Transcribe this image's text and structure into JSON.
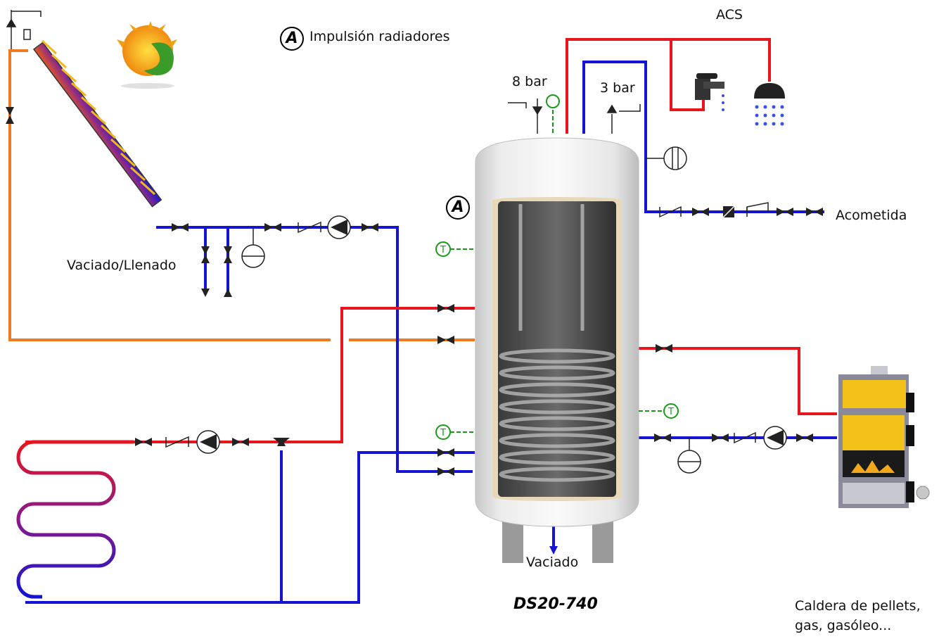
{
  "legend": {
    "marker": "A",
    "label": "Impulsión radiadores"
  },
  "labels": {
    "acs": "ACS",
    "pressure_high": "8 bar",
    "pressure_low": "3 bar",
    "supply": "Acometida",
    "drain_fill": "Vaciado/Llenado",
    "drain": "Vaciado",
    "boiler_line1": "Caldera de pellets,",
    "boiler_line2": "gas, gasóleo..."
  },
  "tank": {
    "model": "DS20-740",
    "port_marker": "A"
  },
  "sensors": {
    "temperature": "T"
  },
  "colors": {
    "hot": "#e8141e",
    "cold": "#1414d2",
    "solar": "#f07a22",
    "sensor": "#1a9a1a",
    "sun_arrows": "#f2b81a"
  },
  "icons": [
    "sun-leaf-logo-icon",
    "solar-collector-icon",
    "tap-icon",
    "shower-icon",
    "pump-icon",
    "check-valve-icon",
    "ball-valve-icon",
    "expansion-vessel-icon",
    "filter-icon",
    "pressure-reducer-icon",
    "safety-valve-icon",
    "boiler-icon",
    "underfloor-heating-icon"
  ]
}
